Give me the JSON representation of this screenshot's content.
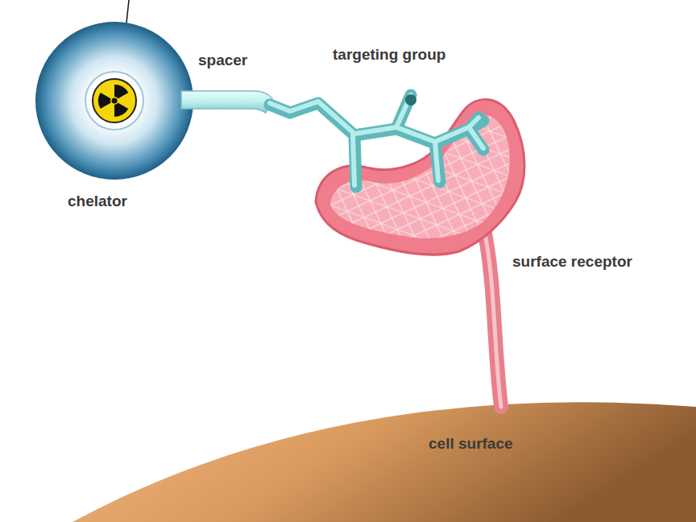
{
  "diagram": {
    "labels": [
      "spacer",
      "targeting group",
      "chelator",
      "surface receptor",
      "cell surface"
    ]
  }
}
